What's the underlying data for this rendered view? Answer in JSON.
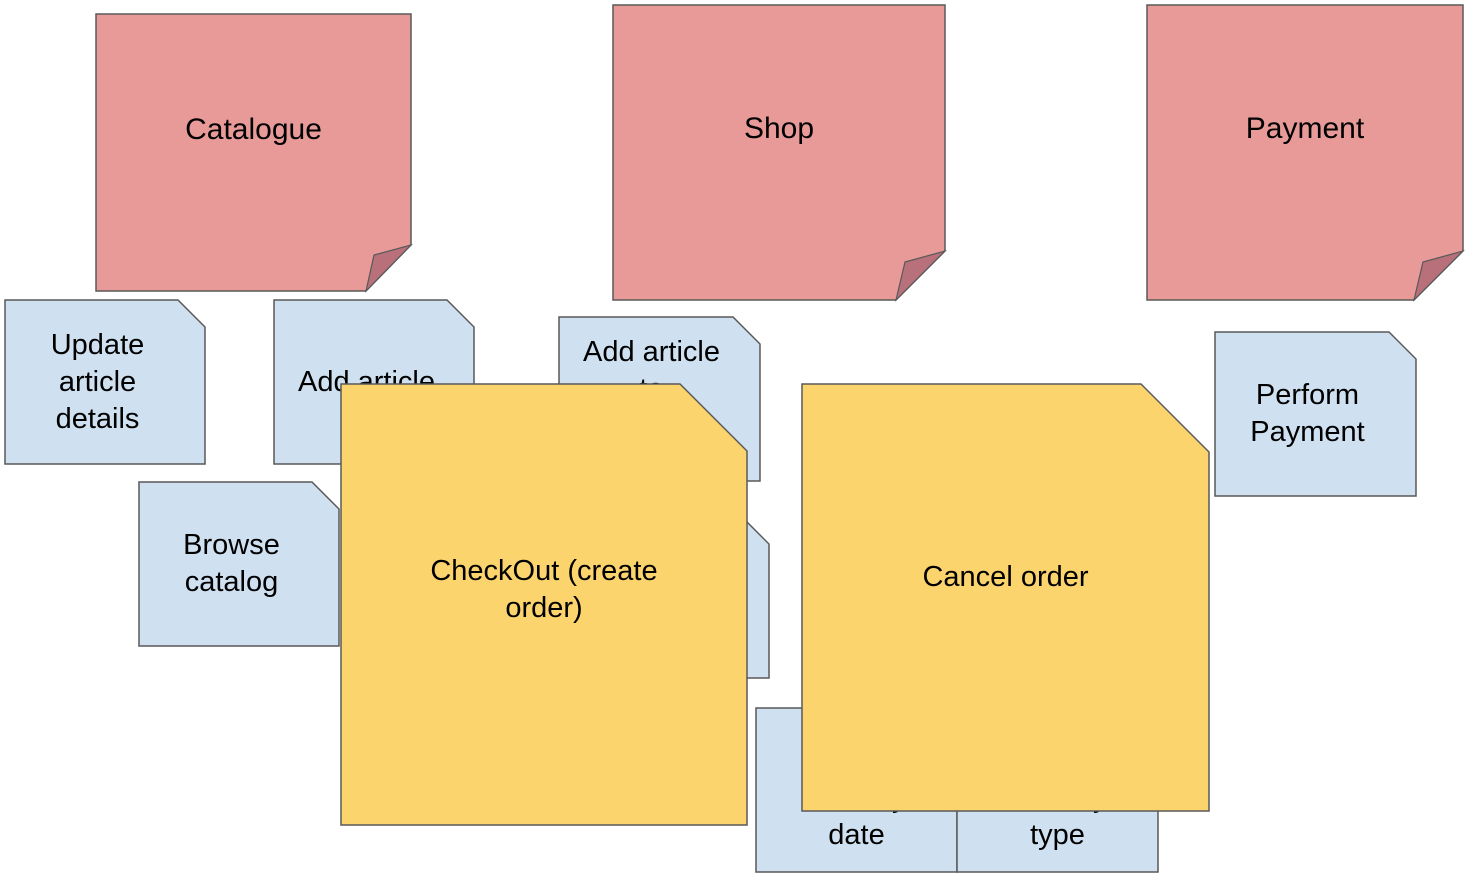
{
  "colors": {
    "domain_fill": "#e89a99",
    "domain_fold": "#b8707a",
    "command_fill": "#cfe0f0",
    "event_fill": "#fcd46e",
    "stroke": "#595959"
  },
  "bounded_contexts": [
    {
      "label": "Catalogue"
    },
    {
      "label": "Shop"
    },
    {
      "label": "Payment"
    }
  ],
  "commands": {
    "update_article": "Update\narticle\ndetails",
    "add_article_catalogue": "Add article",
    "browse_catalog": "Browse\ncatalog",
    "add_article_cart": "Add article\nto",
    "delivery_date": "delivery\ndate",
    "delivery_type": "delivery\ntype",
    "perform_payment": "Perform\nPayment"
  },
  "events": {
    "checkout": "CheckOut (create\norder)",
    "cancel": "Cancel order"
  }
}
